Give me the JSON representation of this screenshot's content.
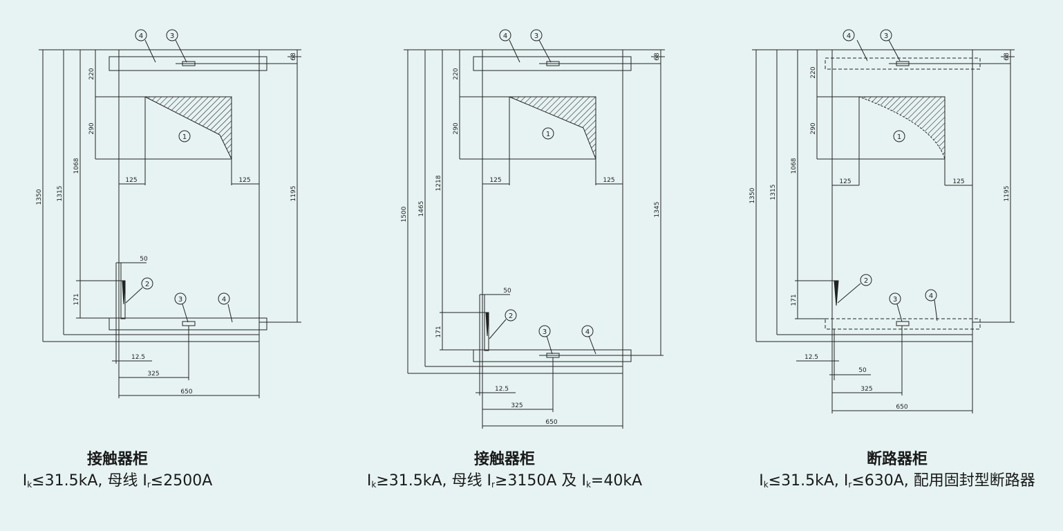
{
  "panels": [
    {
      "title": "接触器柜",
      "subtitle": {
        "k1": "k",
        "t1": "≤31.5kA, 母线 ",
        "k2": "r",
        "t2": "≤2500A",
        "k3": "",
        "t3": ""
      },
      "dims": {
        "overall_h": "1350",
        "h1315": "1315",
        "h1068": "1068",
        "h1195": "1195",
        "h220": "220",
        "h290": "290",
        "h171": "171",
        "h68": "68",
        "w125a": "125",
        "w125b": "125",
        "w50": "50",
        "w12_5": "12.5",
        "w325": "325",
        "w650": "650"
      },
      "markers": {
        "m1": "1",
        "m2": "2",
        "m3a": "3",
        "m3b": "3",
        "m4a": "4",
        "m4b": "4"
      }
    },
    {
      "title": "接触器柜",
      "subtitle": {
        "k1": "k",
        "t1": "≥31.5kA, 母线 ",
        "k2": "r",
        "t2": "≥3150A 及 ",
        "k3": "k",
        "t3": "=40kA"
      },
      "dims": {
        "overall_h": "1500",
        "h1315": "1465",
        "h1068": "1218",
        "h1195": "1345",
        "h220": "220",
        "h290": "290",
        "h171": "171",
        "h68": "68",
        "w125a": "125",
        "w125b": "125",
        "w50": "50",
        "w12_5": "12.5",
        "w325": "325",
        "w650": "650"
      },
      "markers": {
        "m1": "1",
        "m2": "2",
        "m3a": "3",
        "m3b": "3",
        "m4a": "4",
        "m4b": "4"
      }
    },
    {
      "title": "断路器柜",
      "subtitle": {
        "k1": "k",
        "t1": "≤31.5kA, ",
        "k2": "r",
        "t2": "≤630A, 配用固封型断路器",
        "k3": "",
        "t3": ""
      },
      "dims": {
        "overall_h": "1350",
        "h1315": "1315",
        "h1068": "1068",
        "h1195": "1195",
        "h220": "220",
        "h290": "290",
        "h171": "171",
        "h68": "68",
        "w125a": "125",
        "w125b": "125",
        "w50": "50",
        "w12_5": "12.5",
        "w325": "325",
        "w650": "650"
      },
      "markers": {
        "m1": "1",
        "m2": "2",
        "m3a": "3",
        "m3b": "3",
        "m4a": "4",
        "m4b": "4"
      }
    }
  ],
  "colors": {
    "background": "#e6f3f2",
    "line": "#222222"
  }
}
